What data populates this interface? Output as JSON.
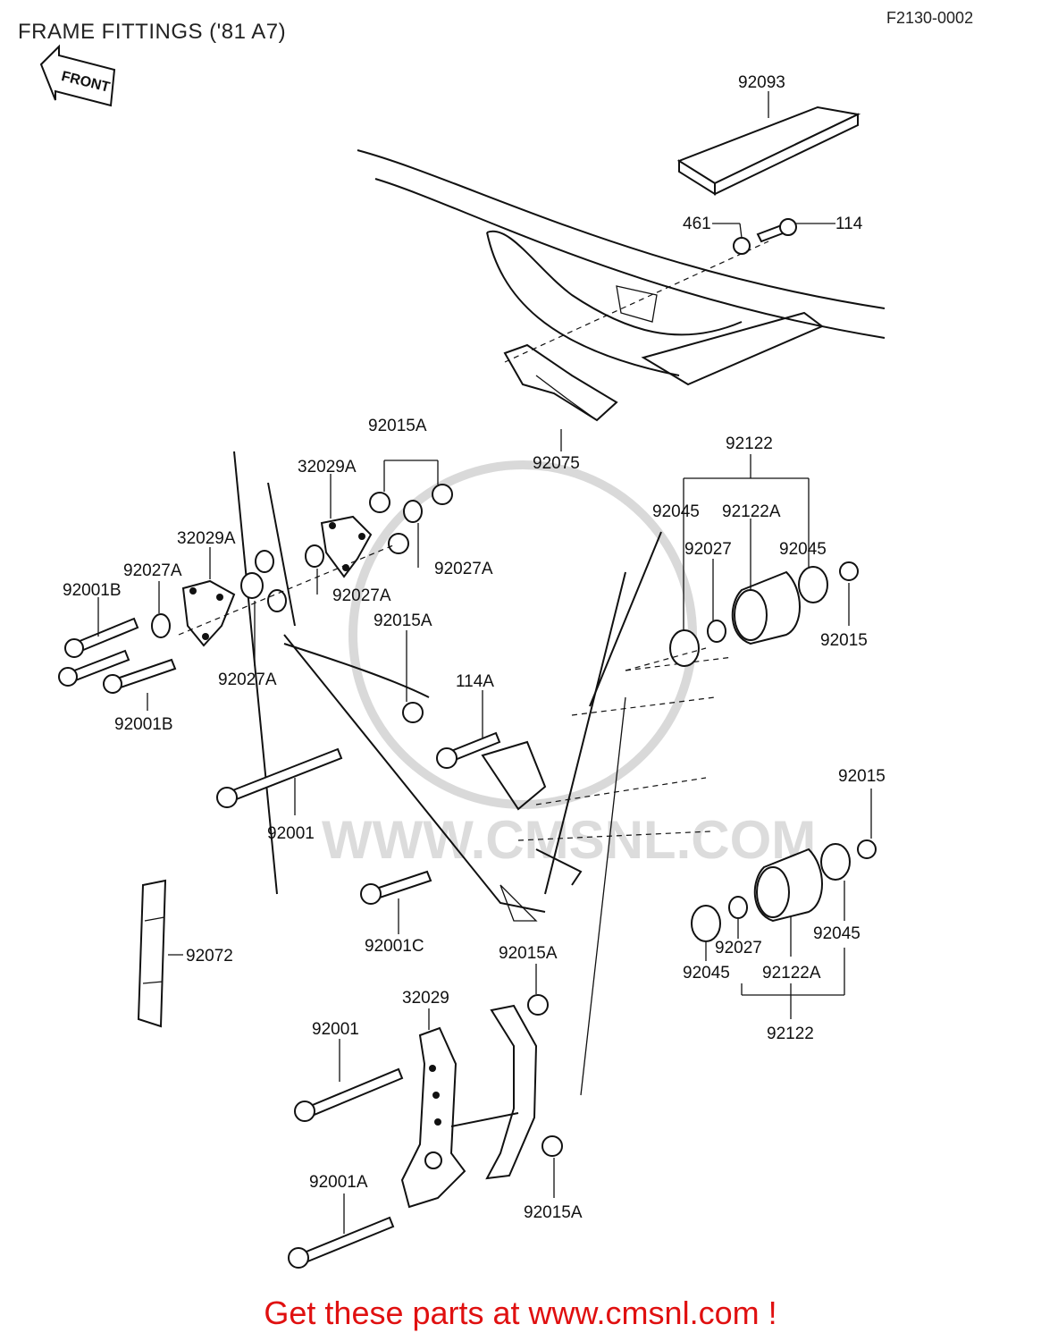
{
  "header": {
    "title": "FRAME FITTINGS ('81 A7)",
    "code": "F2130-0002",
    "front_label": "FRONT"
  },
  "watermark": {
    "text": "WWW.CMSNL.COM"
  },
  "labels": {
    "p92093": "92093",
    "p461": "461",
    "p114": "114",
    "p92075": "92075",
    "p92122_top": "92122",
    "p92045_a": "92045",
    "p92122A_top": "92122A",
    "p92027_top": "92027",
    "p92045_b": "92045",
    "p92015_top": "92015",
    "p92015A_top": "92015A",
    "p32029A_top": "32029A",
    "p32029A_left": "32029A",
    "p92027A_left": "92027A",
    "p92001B_top": "92001B",
    "p92027A_mid": "92027A",
    "p92027A_right": "92027A",
    "p92015A_mid": "92015A",
    "p92027A_bottom": "92027A",
    "p92001B_bottom": "92001B",
    "p114A": "114A",
    "p92001": "92001",
    "p92015_right": "92015",
    "p92001C": "92001C",
    "p92072": "92072",
    "p92027_low": "92027",
    "p92045_c": "92045",
    "p92045_d": "92045",
    "p92122A_low": "92122A",
    "p92122_low": "92122",
    "p92015A_low": "92015A",
    "p32029": "32029",
    "p92001_low": "92001",
    "p92001A": "92001A",
    "p92015A_bottom": "92015A"
  },
  "footer": {
    "text": "Get these parts at www.cmsnl.com !"
  }
}
